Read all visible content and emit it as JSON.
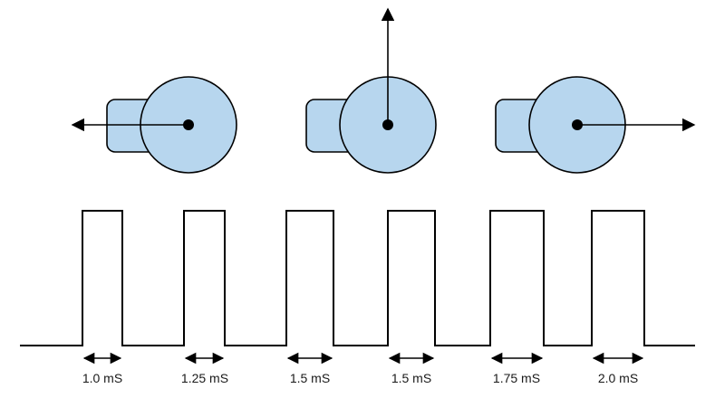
{
  "colors": {
    "servo_fill": "#b7d6ee",
    "stroke": "#000000"
  },
  "servos": [
    {
      "angle_label_icon": "arrow-left-icon",
      "direction": "left"
    },
    {
      "angle_label_icon": "arrow-up-icon",
      "direction": "up"
    },
    {
      "angle_label_icon": "arrow-right-icon",
      "direction": "right"
    }
  ],
  "pulses": [
    {
      "label": "1.0 mS"
    },
    {
      "label": "1.25 mS"
    },
    {
      "label": "1.5 mS"
    },
    {
      "label": "1.5 mS"
    },
    {
      "label": "1.75 mS"
    },
    {
      "label": "2.0 mS"
    }
  ]
}
